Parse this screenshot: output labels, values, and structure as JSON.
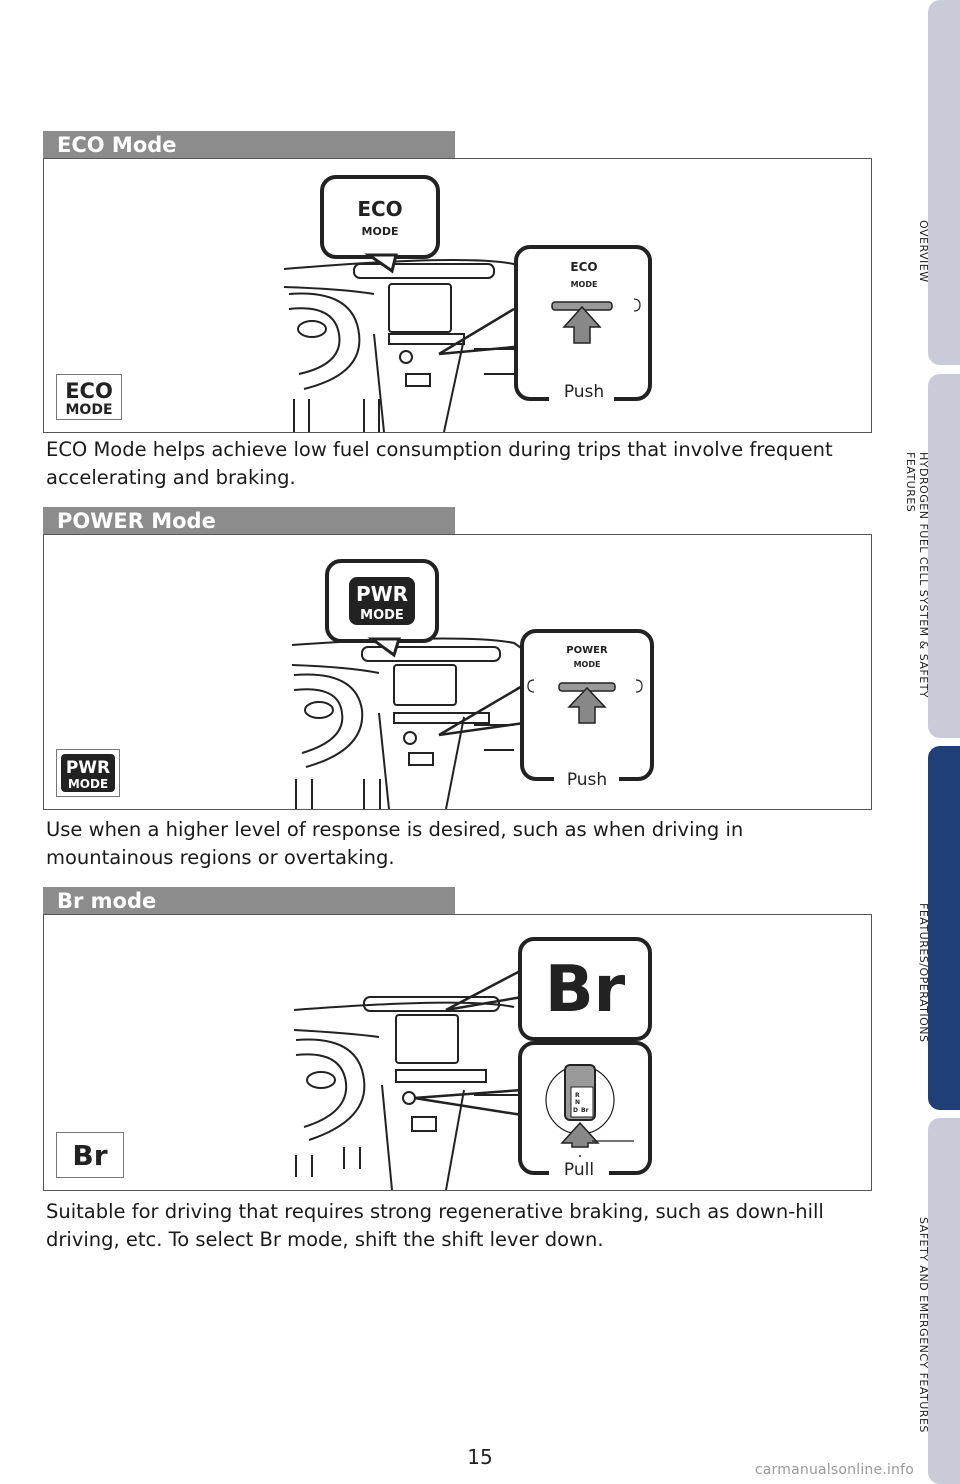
{
  "sections": [
    {
      "title": "ECO Mode",
      "badge": {
        "line1": "ECO",
        "line2": "MODE"
      },
      "callout": {
        "line1": "ECO",
        "line2": "MODE"
      },
      "button_label": {
        "line1": "ECO",
        "line2": "MODE"
      },
      "action": "Push",
      "description": "ECO Mode helps achieve low fuel consumption during trips that involve frequent accelerating and braking."
    },
    {
      "title": "POWER Mode",
      "badge": {
        "line1": "PWR",
        "line2": "MODE"
      },
      "callout": {
        "line1": "PWR",
        "line2": "MODE"
      },
      "button_label": {
        "line1": "POWER",
        "line2": "MODE"
      },
      "action": "Push",
      "description": "Use when a higher level of response is desired, such as when driving in mountainous regions or overtaking."
    },
    {
      "title": "Br mode",
      "badge": {
        "line1": "Br"
      },
      "callout": {
        "line1": "Br"
      },
      "shifter": {
        "r": "R",
        "n": "N",
        "d": "D",
        "br": "Br"
      },
      "action": "Pull",
      "description": "Suitable for driving that requires strong regenerative braking, such as down-hill driving, etc. To select Br mode, shift the shift lever down."
    }
  ],
  "side_tabs": [
    {
      "label": "OVERVIEW",
      "active": false
    },
    {
      "label": "HYDROGEN FUEL CELL SYSTEM & SAFETY FEATURES",
      "active": false
    },
    {
      "label": "FEATURES/OPERATIONS",
      "active": true
    },
    {
      "label": "SAFETY AND EMERGENCY FEATURES",
      "active": false
    }
  ],
  "page_number": "15",
  "watermark": "carmanualsonline.info",
  "colors": {
    "header_gray": "#8c8c8c",
    "tab_inactive": "#c9ccd8",
    "tab_active": "#1f3f78"
  }
}
